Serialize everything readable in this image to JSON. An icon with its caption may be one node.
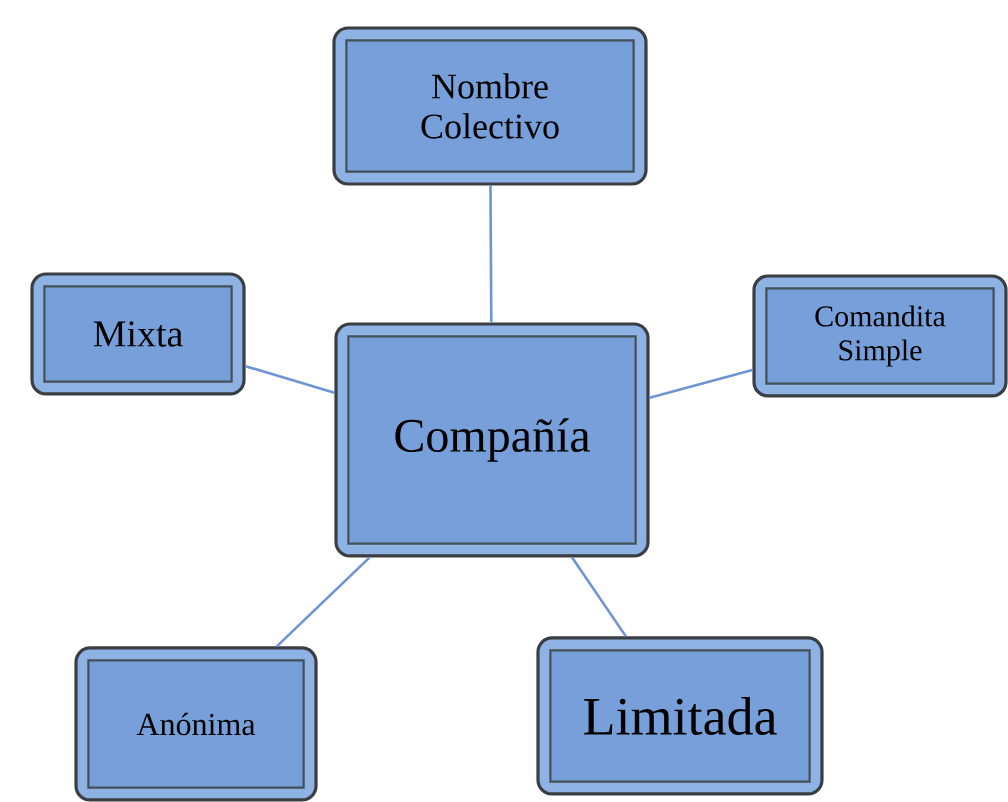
{
  "diagram": {
    "nodes": [
      {
        "text": [
          "Compañía"
        ]
      },
      {
        "text": [
          "Nombre Colectivo"
        ]
      },
      {
        "text": [
          "Mixta"
        ]
      },
      {
        "text": [
          "Comandita Simple"
        ]
      },
      {
        "text": [
          "Anónima"
        ]
      },
      {
        "text": [
          "Limitada"
        ]
      }
    ],
    "edges": [
      {
        "from": 0,
        "to": 1,
        "arrow": "none"
      },
      {
        "from": 0,
        "to": 2,
        "arrow": "none"
      },
      {
        "from": 0,
        "to": 3,
        "arrow": "none"
      },
      {
        "from": 0,
        "to": 4,
        "arrow": "none"
      },
      {
        "from": 0,
        "to": 5,
        "arrow": "none"
      }
    ]
  }
}
